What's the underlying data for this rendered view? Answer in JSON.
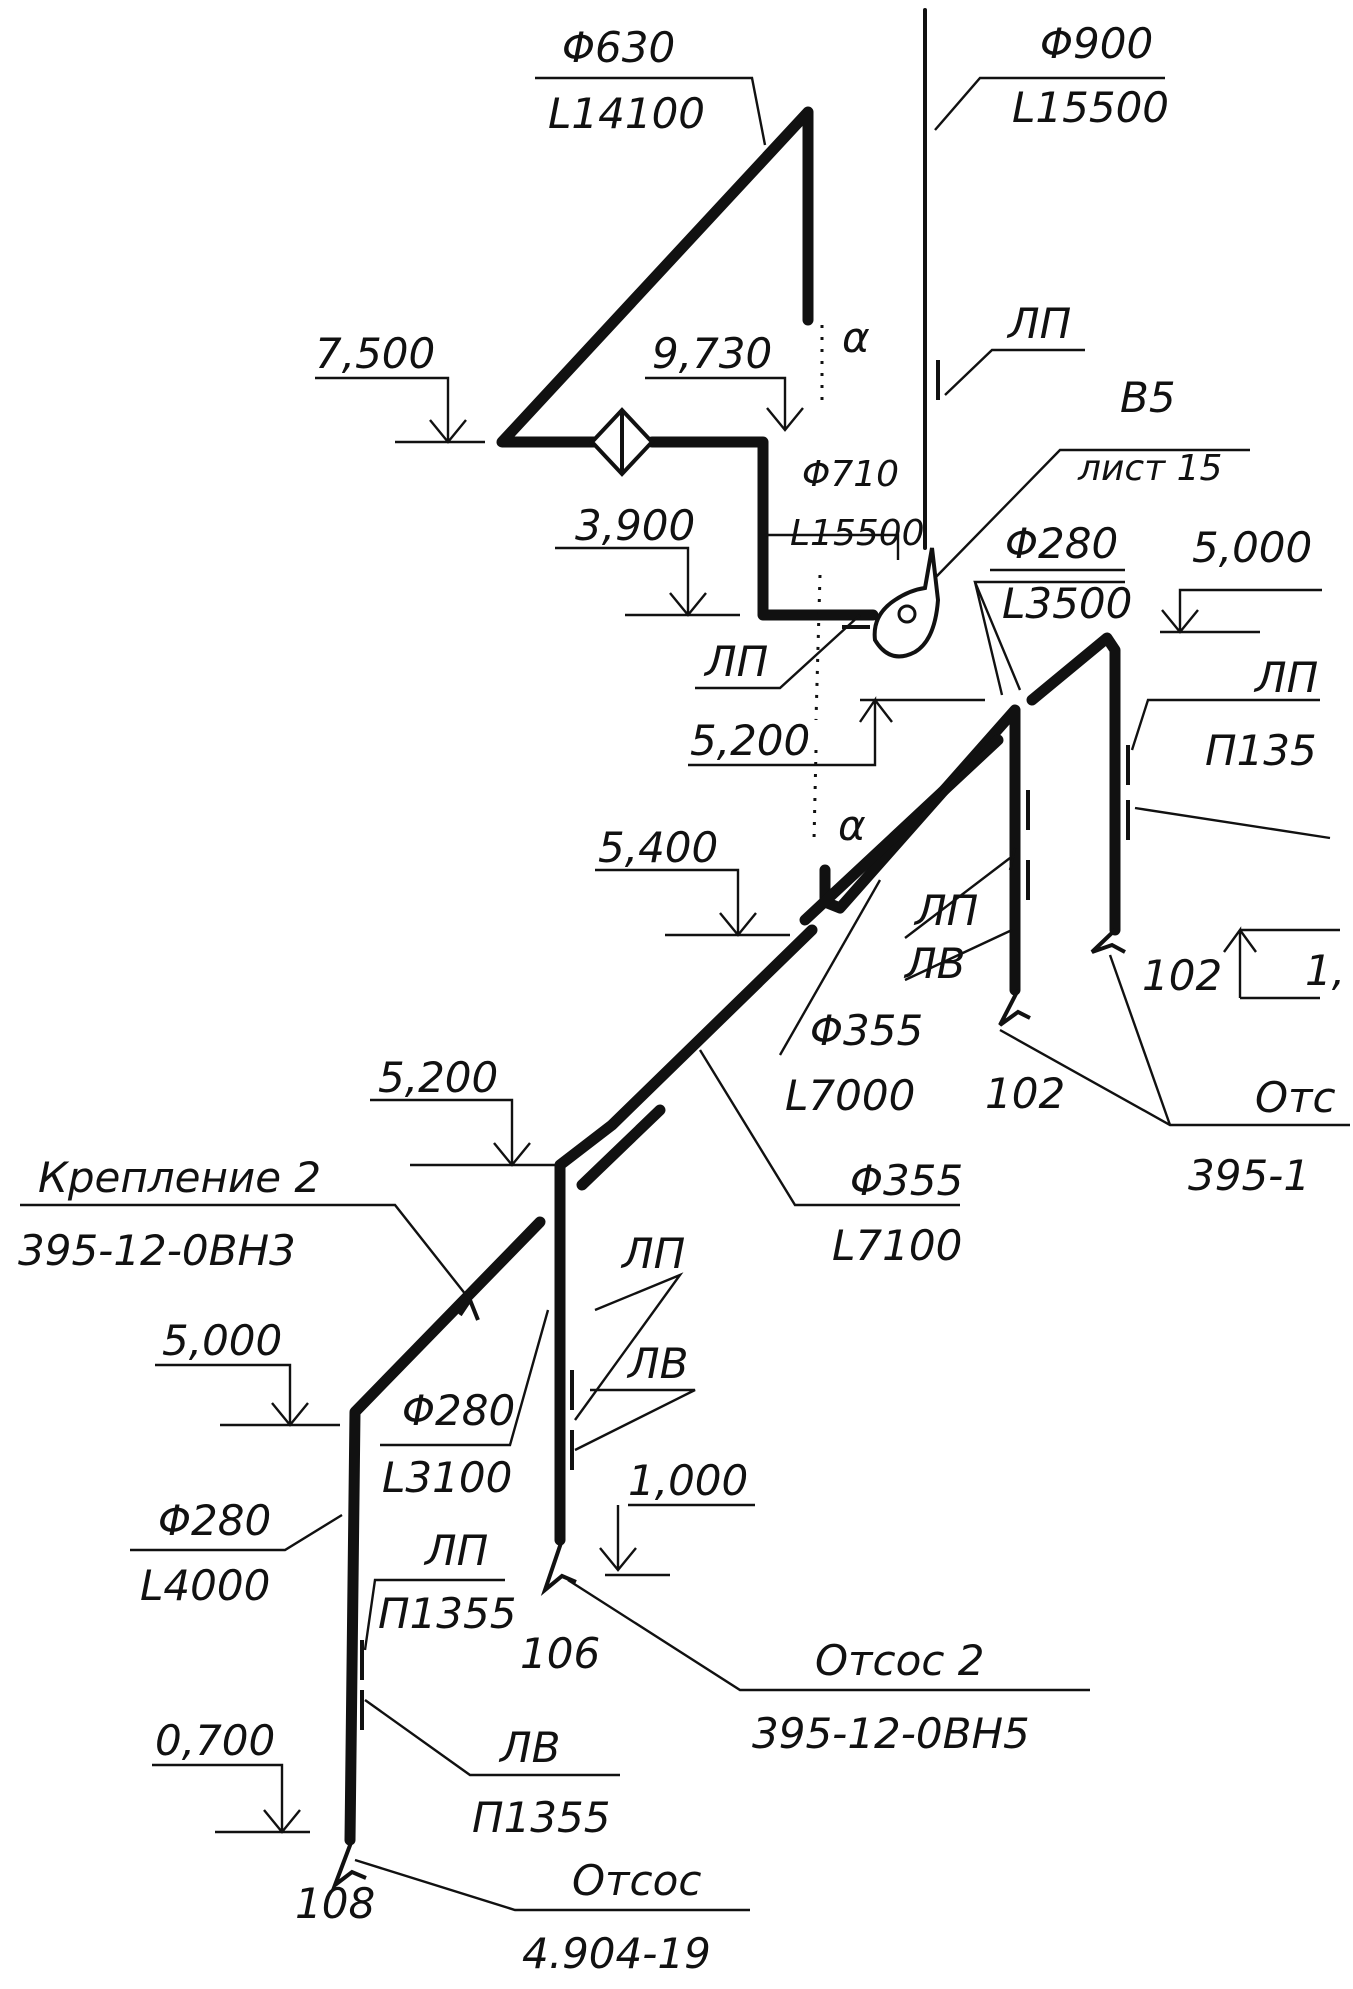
{
  "labels": {
    "d630": "Φ630",
    "l14100": "L14100",
    "d900": "Φ900",
    "l15500a": "L15500",
    "d710": "Φ710",
    "l15500b": "L15500",
    "d280a": "Φ280",
    "l3500": "L3500",
    "d355a": "Φ355",
    "l7000": "L7000",
    "d355b": "Φ355",
    "l7100": "L7100",
    "d280b": "Φ280",
    "l3100": "L3100",
    "d280c": "Φ280",
    "l4000": "L4000",
    "b5": "B5",
    "sheet15": "лист 15",
    "lp1": "ЛП",
    "lp2": "ЛП",
    "lp3": "ЛП",
    "lp4": "ЛП",
    "lp5": "ЛП",
    "lp6": "ЛП",
    "lv1": "ЛВ",
    "lv2": "ЛВ",
    "lv3": "ЛВ",
    "p1355a": "П1355",
    "p1355b": "П1355",
    "p1355c": "П135",
    "alpha1": "α",
    "alpha2": "α",
    "mount2": "Крепление 2",
    "code_mount": "395-12-0ВН3",
    "suction2": "Отсос 2",
    "code_s2": "395-12-0ВН5",
    "suction": "Отсос",
    "code_s": "4.904-19",
    "suction_r": "Отс",
    "code_r": "395-1",
    "n102a": "102",
    "n102b": "102",
    "n106": "106",
    "n108": "108"
  },
  "elevations": {
    "e7500": "7,500",
    "e9730": "9,730",
    "e3900": "3,900",
    "e5000a": "5,000",
    "e5200a": "5,200",
    "e5400": "5,400",
    "e5200b": "5,200",
    "e5000b": "5,000",
    "e1000": "1,000",
    "e0700": "0,700",
    "e1r": "1,"
  }
}
